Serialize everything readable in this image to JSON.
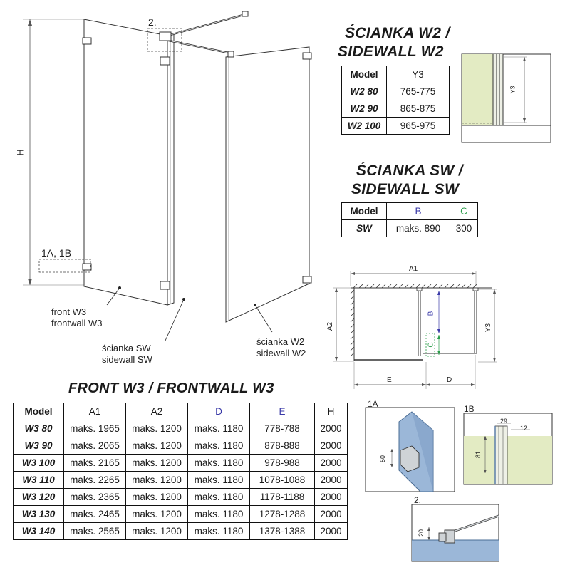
{
  "main_drawing": {
    "label_2": "2.",
    "label_1a1b": "1A, 1B",
    "label_h": "H",
    "callout_front_line1": "front W3",
    "callout_front_line2": "frontwall W3",
    "callout_sw_line1": "ścianka SW",
    "callout_sw_line2": "sidewall SW",
    "callout_w2_line1": "ścianka W2",
    "callout_w2_line2": "sidewall W2"
  },
  "w2_table": {
    "title_line1": "ŚCIANKA W2 /",
    "title_line2": "SIDEWALL W2",
    "headers": [
      "Model",
      "Y3"
    ],
    "rows": [
      [
        "W2 80",
        "765-775"
      ],
      [
        "W2 90",
        "865-875"
      ],
      [
        "W2 100",
        "965-975"
      ]
    ]
  },
  "sw_table": {
    "title_line1": "ŚCIANKA SW /",
    "title_line2": "SIDEWALL SW",
    "headers": [
      "Model",
      "B",
      "C"
    ],
    "rows": [
      [
        "SW",
        "maks. 890",
        "300"
      ]
    ]
  },
  "w3_table": {
    "title": "FRONT W3 / FRONTWALL W3",
    "headers": [
      "Model",
      "A1",
      "A2",
      "D",
      "E",
      "H"
    ],
    "rows": [
      [
        "W3 80",
        "maks. 1965",
        "maks. 1200",
        "maks. 1180",
        "778-788",
        "2000"
      ],
      [
        "W3 90",
        "maks. 2065",
        "maks. 1200",
        "maks. 1180",
        "878-888",
        "2000"
      ],
      [
        "W3 100",
        "maks. 2165",
        "maks. 1200",
        "maks. 1180",
        "978-988",
        "2000"
      ],
      [
        "W3 110",
        "maks. 2265",
        "maks. 1200",
        "maks. 1180",
        "1078-1088",
        "2000"
      ],
      [
        "W3 120",
        "maks. 2365",
        "maks. 1200",
        "maks. 1180",
        "1178-1188",
        "2000"
      ],
      [
        "W3 130",
        "maks. 2465",
        "maks. 1200",
        "maks. 1180",
        "1278-1288",
        "2000"
      ],
      [
        "W3 140",
        "maks. 2565",
        "maks. 1200",
        "maks. 1180",
        "1378-1388",
        "2000"
      ]
    ]
  },
  "plan_view": {
    "a1": "A1",
    "a2": "A2",
    "b": "B",
    "c": "C",
    "y3": "Y3",
    "e": "E",
    "d": "D"
  },
  "detail_y3": {
    "label": "Y3"
  },
  "detail_1a": {
    "label": "1A",
    "dim": "50"
  },
  "detail_1b": {
    "label": "1B",
    "dim_top_a": "29",
    "dim_top_b": "12",
    "dim_side": "81"
  },
  "detail_2": {
    "label": "2.",
    "dim": "20"
  },
  "colors": {
    "header_blue": "#3a3aa8",
    "header_green": "#2a9d4a",
    "wall_fill": "#e3ebc3",
    "glass_blue": "#9bb7d8"
  }
}
